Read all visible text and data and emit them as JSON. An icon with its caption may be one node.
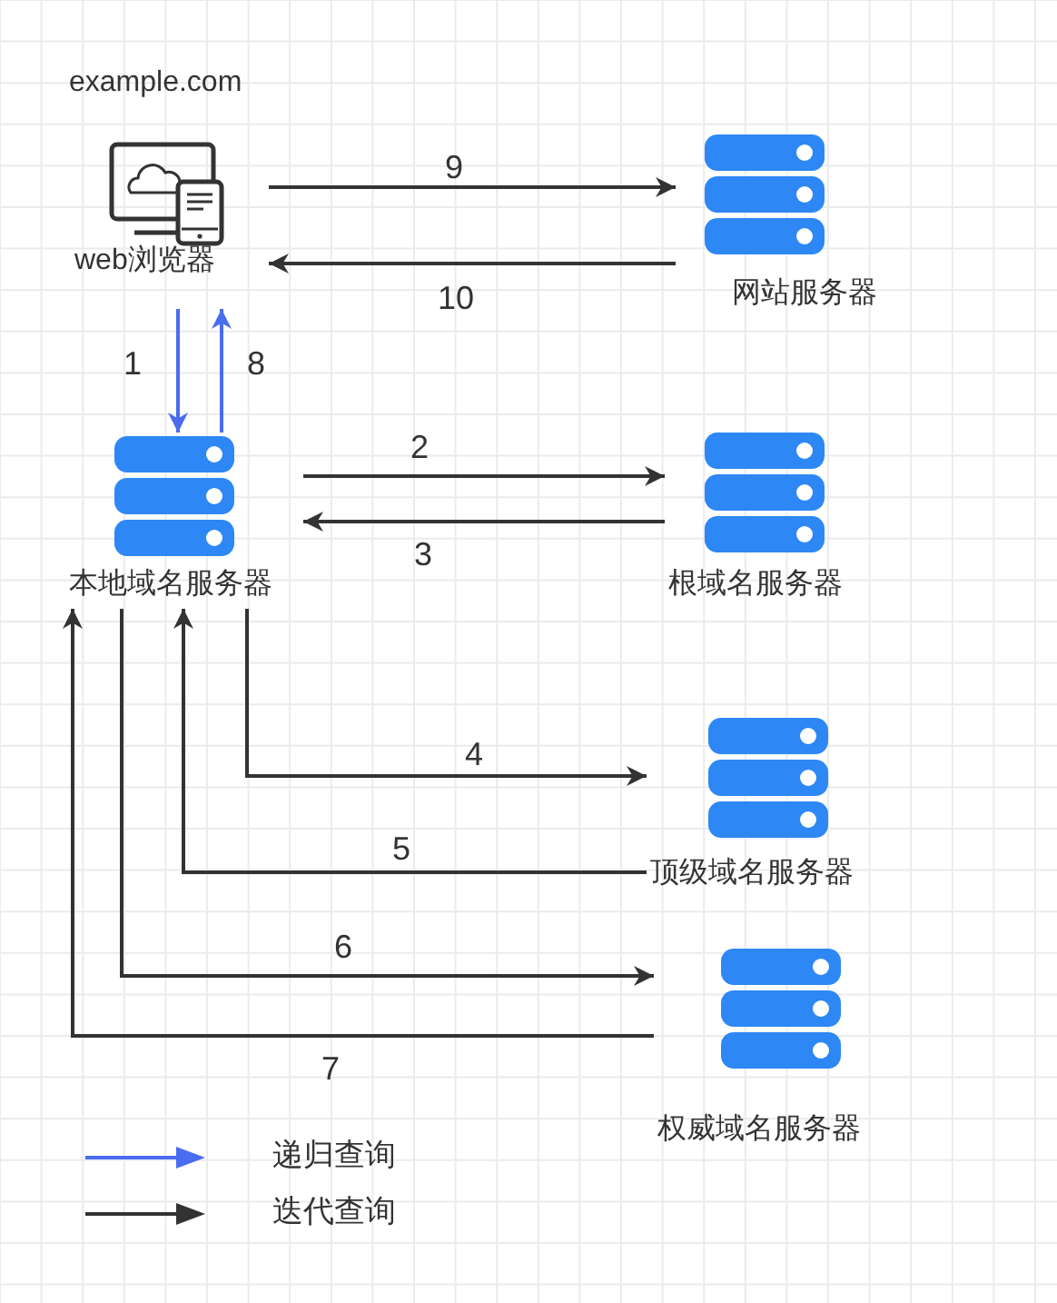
{
  "diagram": {
    "nodes": [
      {
        "text": [
          "web浏览器"
        ]
      },
      {
        "text": [
          "网站服务器"
        ]
      },
      {
        "text": [
          "本地域名服务器"
        ]
      },
      {
        "text": [
          "根域名服务器"
        ]
      },
      {
        "text": [
          "顶级域名服务器"
        ]
      },
      {
        "text": [
          "权威域名服务器"
        ]
      }
    ],
    "edges": [
      {
        "from": 0,
        "to": 2,
        "arrow": "to",
        "label": "1",
        "color": "#4a6cf0"
      },
      {
        "from": 2,
        "to": 3,
        "arrow": "to",
        "label": "2"
      },
      {
        "from": 3,
        "to": 2,
        "arrow": "to",
        "label": "3"
      },
      {
        "from": 2,
        "to": 4,
        "arrow": "to",
        "label": "4"
      },
      {
        "from": 4,
        "to": 2,
        "arrow": "to",
        "label": "5"
      },
      {
        "from": 2,
        "to": 5,
        "arrow": "to",
        "label": "6"
      },
      {
        "from": 5,
        "to": 2,
        "arrow": "to",
        "label": "7"
      },
      {
        "from": 2,
        "to": 0,
        "arrow": "to",
        "label": "8",
        "color": "#4a6cf0"
      },
      {
        "from": 0,
        "to": 1,
        "arrow": "to",
        "label": "9"
      },
      {
        "from": 1,
        "to": 0,
        "arrow": "to",
        "label": "10"
      }
    ],
    "labels": [
      "example.com"
    ],
    "legend": [
      {
        "text": "递归查询"
      },
      {
        "text": "迭代查询"
      }
    ]
  }
}
